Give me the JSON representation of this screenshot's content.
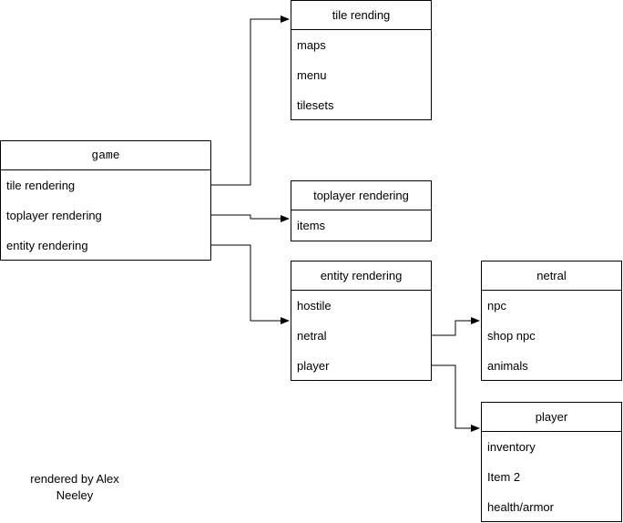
{
  "game": {
    "title": "game",
    "rows": [
      "tile rendering",
      "toplayer rendering",
      "entity rendering"
    ]
  },
  "tile_rending": {
    "title": "tile rending",
    "rows": [
      "maps",
      "menu",
      "tilesets"
    ]
  },
  "toplayer_rendering": {
    "title": "toplayer rendering",
    "rows": [
      "items"
    ]
  },
  "entity_rendering": {
    "title": "entity rendering",
    "rows": [
      "hostile",
      "netral",
      "player"
    ]
  },
  "netral": {
    "title": "netral",
    "rows": [
      "npc",
      "shop npc",
      "animals"
    ]
  },
  "player": {
    "title": "player",
    "rows": [
      "inventory",
      "Item 2",
      "health/armor"
    ]
  },
  "credit": "rendered by Alex Neeley"
}
